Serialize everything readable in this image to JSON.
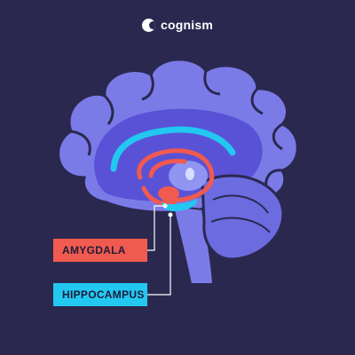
{
  "brand": {
    "name": "cognism",
    "icon": "cognism-logo-icon"
  },
  "labels": {
    "amygdala": "AMYGDALA",
    "hippocampus": "HIPPOCAMPUS"
  },
  "colors": {
    "background": "#2b2850",
    "brain": "#7b7be8",
    "brain_inner": "#5a52d6",
    "ventricle": "#22c8f0",
    "limbic": "#f15a4f",
    "cerebellum": "#6c6ce0"
  }
}
